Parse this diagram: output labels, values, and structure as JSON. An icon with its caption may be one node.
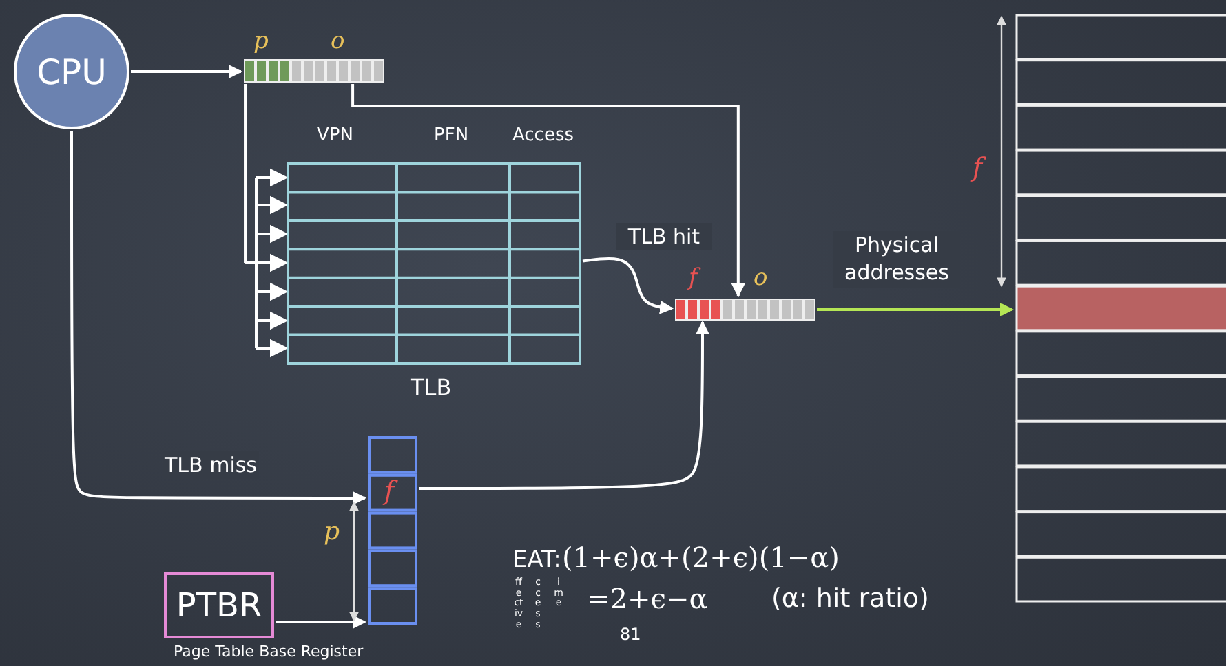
{
  "diagram": {
    "nodes": [
      {
        "text": [
          "CPU"
        ]
      },
      {
        "text": [],
        "shape": "bar",
        "beside": [
          "p",
          "o"
        ]
      },
      {
        "text": [
          "VPN",
          "PFN",
          "Access",
          "TLB"
        ]
      },
      {
        "text": [],
        "shape": "bar",
        "beside": [
          "f",
          "o"
        ]
      },
      {
        "text": [
          "f"
        ]
      },
      {
        "text": [
          "PTBR"
        ],
        "beside": [
          "Page Table Base Register"
        ]
      },
      {
        "text": [],
        "shape": "box"
      }
    ],
    "edges": [
      {
        "from": 0,
        "to": 1,
        "arrow": "to"
      },
      {
        "from": 1,
        "to": 2,
        "arrow": "to"
      },
      {
        "from": 1,
        "to": 3,
        "arrow": "to"
      },
      {
        "from": 2,
        "to": 3,
        "arrow": "to",
        "label": "TLB hit"
      },
      {
        "from": 0,
        "to": 4,
        "arrow": "to",
        "label": "TLB miss"
      },
      {
        "from": 5,
        "to": 4,
        "arrow": "to"
      },
      {
        "from": 4,
        "to": 3,
        "arrow": "to"
      },
      {
        "from": 3,
        "to": 6,
        "arrow": "to",
        "label": "Physical addresses",
        "color": "#b5e655"
      }
    ],
    "labels": [
      "f",
      "p",
      "EAT:",
      "(1+ϵ)α+(2+ϵ)(1−α)",
      "ffective",
      "ccess",
      "ime",
      "=2+ϵ−α",
      "(α: hit ratio)",
      "81"
    ]
  }
}
